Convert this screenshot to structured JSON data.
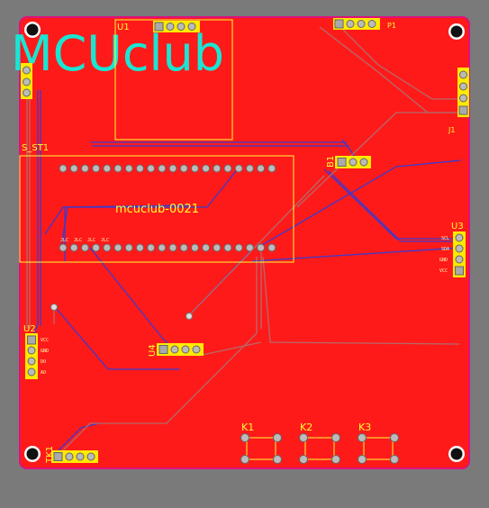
{
  "logo_text": "MCUclub",
  "board_title": "mcuclub-0021",
  "colors": {
    "background": "#7a7a7a",
    "board": "#ff1a1a",
    "outline": "#e0107a",
    "silkscreen": "#ffff33",
    "trace_top": "#b46a6a",
    "trace_bottom": "#3a3ad0",
    "logo": "#19e6d2"
  },
  "components": {
    "u1": "U1",
    "b1": "B1",
    "s_st1": "S_ST1",
    "u2": "U2",
    "u3": "U3",
    "u4": "U4",
    "k1": "K1",
    "k2": "K2",
    "k3": "K3",
    "j1": "J1",
    "tk1": "TK1",
    "p1": "P1"
  },
  "pins": {
    "u3": [
      "SCL",
      "SDA",
      "GND",
      "VCC"
    ],
    "u2": [
      "VCC",
      "GND",
      "DO",
      "AO"
    ],
    "header_texts": [
      "JLC",
      "JLC",
      "JLC",
      "JLC"
    ]
  }
}
